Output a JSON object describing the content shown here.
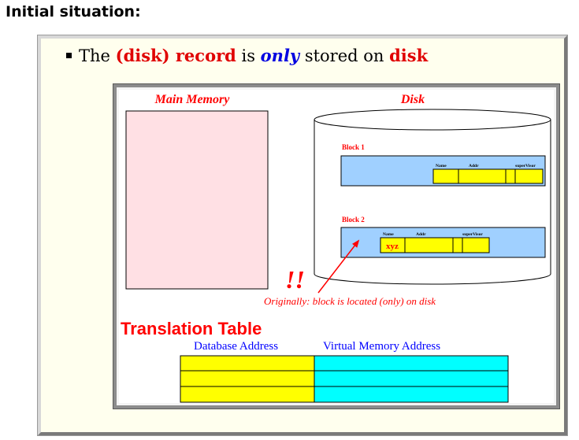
{
  "heading": "Initial situation:",
  "bullet": {
    "part1": "The ",
    "part2": "(disk) record",
    "part3": " is ",
    "part4": "only",
    "part5": " stored on ",
    "part6": "disk"
  },
  "diagram": {
    "main_memory_label": "Main Memory",
    "disk_label": "Disk",
    "block1_label": "Block 1",
    "block2_label": "Block 2",
    "record_fields": [
      "Name",
      "Addr",
      "superVisor"
    ],
    "record_value": "xyz",
    "exclamation": "!!",
    "annotation": "Originally: block is located (only) on disk",
    "translation_title": "Translation Table",
    "table_headers": [
      "Database Address",
      "Virtual Memory Address"
    ],
    "table_rows": 3,
    "colors": {
      "memory_fill": "#ffe0e4",
      "block_fill": "#a0d0ff",
      "field_fill": "#ffff00",
      "vm_fill": "#00ffff",
      "red": "#ff0000",
      "blue": "#0000ff"
    }
  }
}
